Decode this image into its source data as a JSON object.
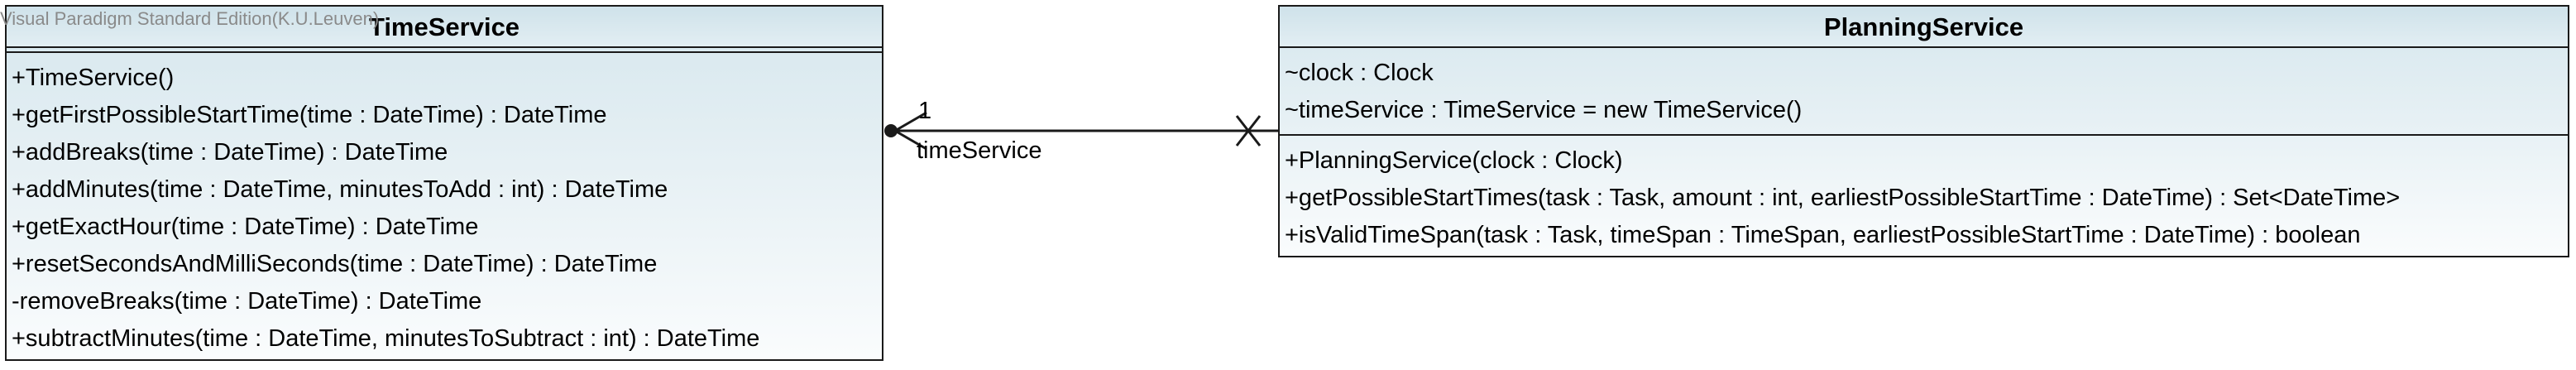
{
  "watermark": "Visual Paradigm Standard Edition(K.U.Leuven)",
  "classes": {
    "time_service": {
      "name": "TimeService",
      "operations": [
        "+TimeService()",
        "+getFirstPossibleStartTime(time : DateTime) : DateTime",
        "+addBreaks(time : DateTime) : DateTime",
        "+addMinutes(time : DateTime, minutesToAdd : int) : DateTime",
        "+getExactHour(time : DateTime) : DateTime",
        "+resetSecondsAndMilliSeconds(time : DateTime) : DateTime",
        "-removeBreaks(time : DateTime) : DateTime",
        "+subtractMinutes(time : DateTime, minutesToSubtract : int) : DateTime"
      ]
    },
    "planning_service": {
      "name": "PlanningService",
      "attributes": [
        "~clock : Clock",
        "~timeService : TimeService = new TimeService()"
      ],
      "operations": [
        "+PlanningService(clock : Clock)",
        "+getPossibleStartTimes(task : Task, amount : int, earliestPossibleStartTime : DateTime) : Set<DateTime>",
        "+isValidTimeSpan(task : Task, timeSpan : TimeSpan, earliestPossibleStartTime : DateTime) : boolean"
      ]
    }
  },
  "association": {
    "multiplicity": "1",
    "role": "timeService"
  },
  "colors": {
    "class_fill_top": "#d6e7ee",
    "class_fill_bottom": "#fafcfd",
    "border": "#1a1a1a",
    "watermark": "#8a8a8a"
  }
}
